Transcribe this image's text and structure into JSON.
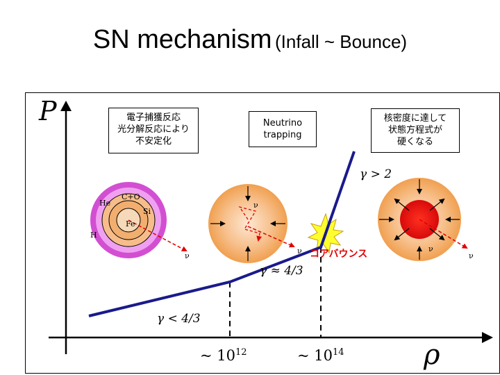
{
  "title": {
    "main": "SN mechanism",
    "sub": "(Infall ~ Bounce)"
  },
  "axes": {
    "y_label": "P",
    "x_label": "ρ"
  },
  "boxes": {
    "electron_capture": [
      "電子捕獲反応",
      "光分解反応により",
      "不安定化"
    ],
    "neutrino_trapping": [
      "Neutrino",
      "trapping"
    ],
    "nuclear_density": [
      "核密度に達して",
      "状態方程式が",
      "硬くなる"
    ]
  },
  "gamma_labels": {
    "lt": "γ < 4/3",
    "approx": "γ ≈ 4/3",
    "gt": "γ > 2"
  },
  "density_ticks": {
    "first": "~ 10",
    "first_exp": "12",
    "second": "~ 10",
    "second_exp": "14"
  },
  "star_layers": {
    "he": "He",
    "co": "C+O",
    "si": "Si",
    "fe": "Fe",
    "h": "H"
  },
  "neutrino_symbol": "ν",
  "core_bounce": "コアバウンス",
  "colors": {
    "curve": "#1a1a8c",
    "layer_h": "#d24fd2",
    "layer_he": "#f0a0f0",
    "layer_co": "#f6bd8a",
    "layer_si": "#f2ae6f",
    "layer_fe": "#f5d9b8",
    "trapping_sphere": "#f0a050",
    "core_red": "#e21010",
    "bounce_star": "#ffff30",
    "arrow_red": "#e00000"
  }
}
